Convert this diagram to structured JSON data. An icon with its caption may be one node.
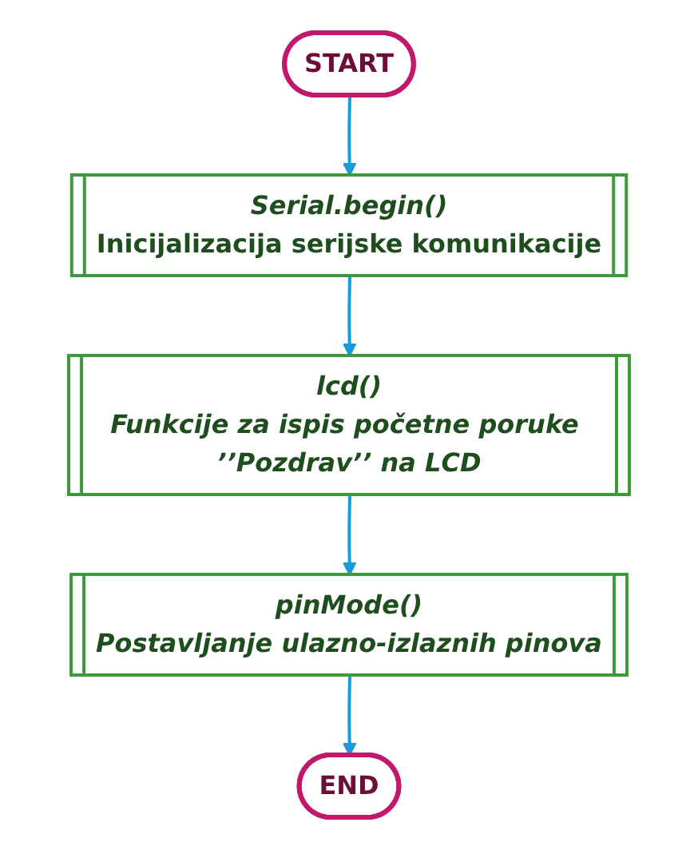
{
  "diagram": {
    "nodes": [
      {
        "text": [
          "START"
        ]
      },
      {
        "text": [
          "Serial.begin()",
          "Inicijalizacija serijske komunikacije"
        ]
      },
      {
        "text": [
          "lcd()",
          "Funkcije za ispis početne poruke ’’Pozdrav’’ na LCD"
        ]
      },
      {
        "text": [
          "pinMode()",
          "Postavljanje ulazno-izlaznih pinova"
        ]
      },
      {
        "text": [
          "END"
        ]
      }
    ],
    "edges": [
      {
        "from": 0,
        "to": 1,
        "arrow": "to"
      },
      {
        "from": 1,
        "to": 2,
        "arrow": "to"
      },
      {
        "from": 2,
        "to": 3,
        "arrow": "to"
      },
      {
        "from": 3,
        "to": 4,
        "arrow": "to"
      }
    ]
  }
}
